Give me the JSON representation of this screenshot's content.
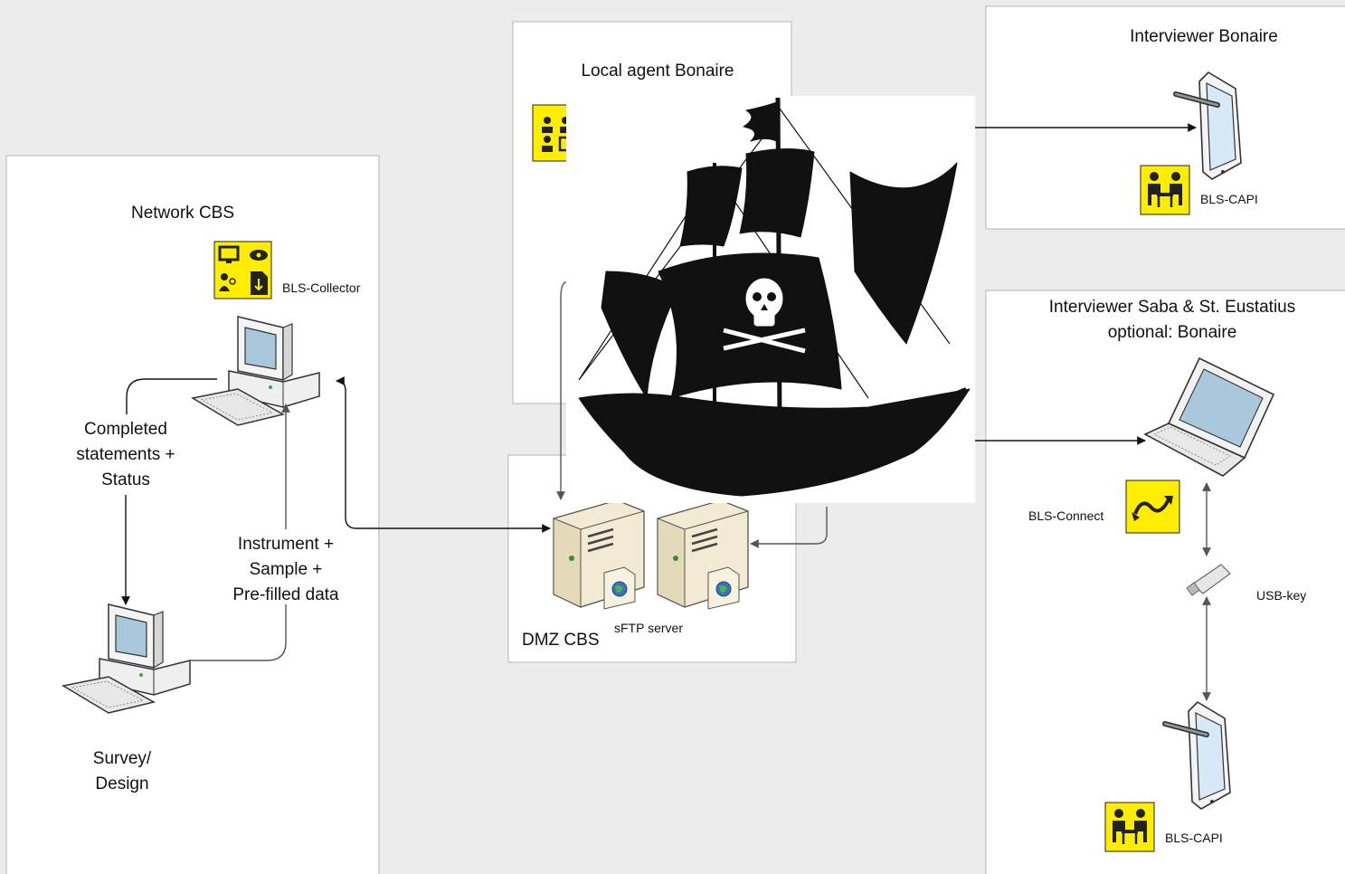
{
  "panels": {
    "network_cbs": {
      "title": "Network CBS"
    },
    "local_agent": {
      "title": "Local agent Bonaire"
    },
    "dmz": {
      "title": "DMZ CBS",
      "server_label": "sFTP server"
    },
    "interviewer_bonaire": {
      "title": "Interviewer Bonaire",
      "app_label": "BLS-CAPI"
    },
    "interviewer_saba": {
      "title_line1": "Interviewer Saba & St. Eustatius",
      "title_line2": "optional: Bonaire",
      "connect_label": "BLS-Connect",
      "usb_label": "USB-key",
      "app_label": "BLS-CAPI"
    }
  },
  "collector": {
    "label": "BLS-Collector"
  },
  "flow_completed": {
    "line1": "Completed",
    "line2": "statements +",
    "line3": "Status"
  },
  "flow_instrument": {
    "line1": "Instrument +",
    "line2": "Sample +",
    "line3": "Pre-filled data"
  },
  "survey": {
    "line1": "Survey/",
    "line2": "Design"
  },
  "colors": {
    "badge": "#ffed00",
    "panel_border": "#b4b4b4",
    "background": "#ececec",
    "ship": "#111111"
  }
}
